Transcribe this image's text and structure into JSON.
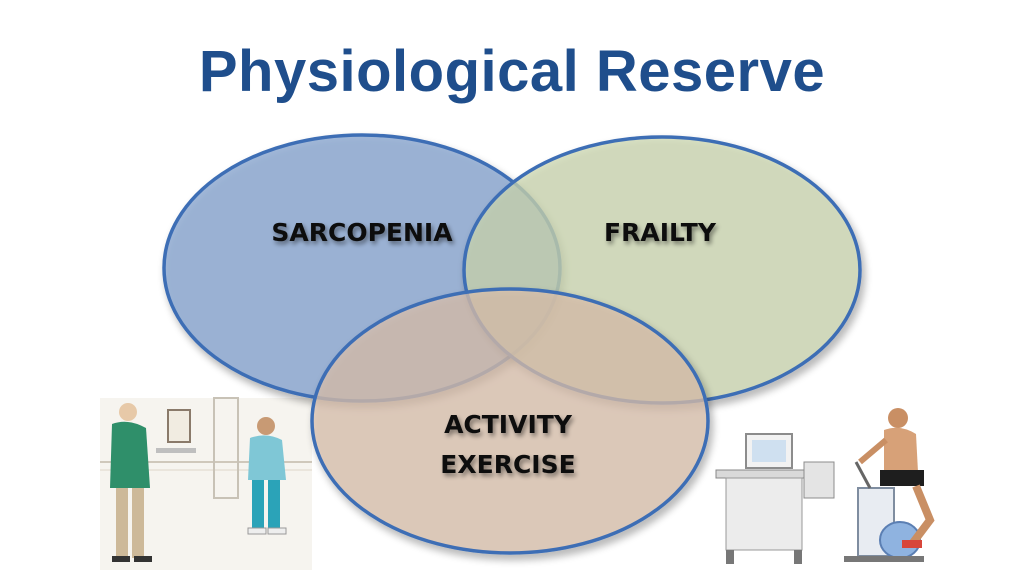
{
  "slide": {
    "title": "Physiological Reserve"
  },
  "venn": {
    "circles": [
      {
        "id": "sarcopenia",
        "label_lines": [
          "SARCOPENIA"
        ],
        "fill": "#8faad2",
        "stroke": "#3e6eb5"
      },
      {
        "id": "frailty",
        "label_lines": [
          "FRAILTY"
        ],
        "fill": "#ccd7b0",
        "stroke": "#3e6eb5"
      },
      {
        "id": "activity",
        "label_lines": [
          "ACTIVITY",
          "EXERCISE"
        ],
        "fill": "#dbc0ad",
        "stroke": "#3e6eb5"
      }
    ]
  },
  "colors": {
    "title": "#1f4e8c",
    "outline": "#3e6eb5"
  },
  "images": {
    "left": "elderly-walking-assessment-illustration",
    "right": "cardiopulmonary-exercise-test-bike-illustration"
  }
}
